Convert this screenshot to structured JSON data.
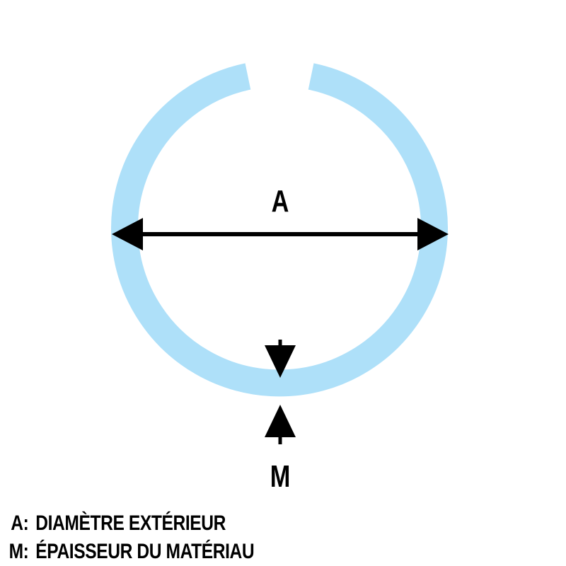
{
  "diagram": {
    "label_a": "A",
    "label_m": "M",
    "ring_color": "#aee0f9",
    "arrow_color": "#000000"
  },
  "legend": {
    "items": [
      {
        "key": "A:",
        "text": "DIAMÈTRE EXTÉRIEUR"
      },
      {
        "key": "M:",
        "text": "ÉPAISSEUR DU MATÉRIAU"
      }
    ]
  }
}
